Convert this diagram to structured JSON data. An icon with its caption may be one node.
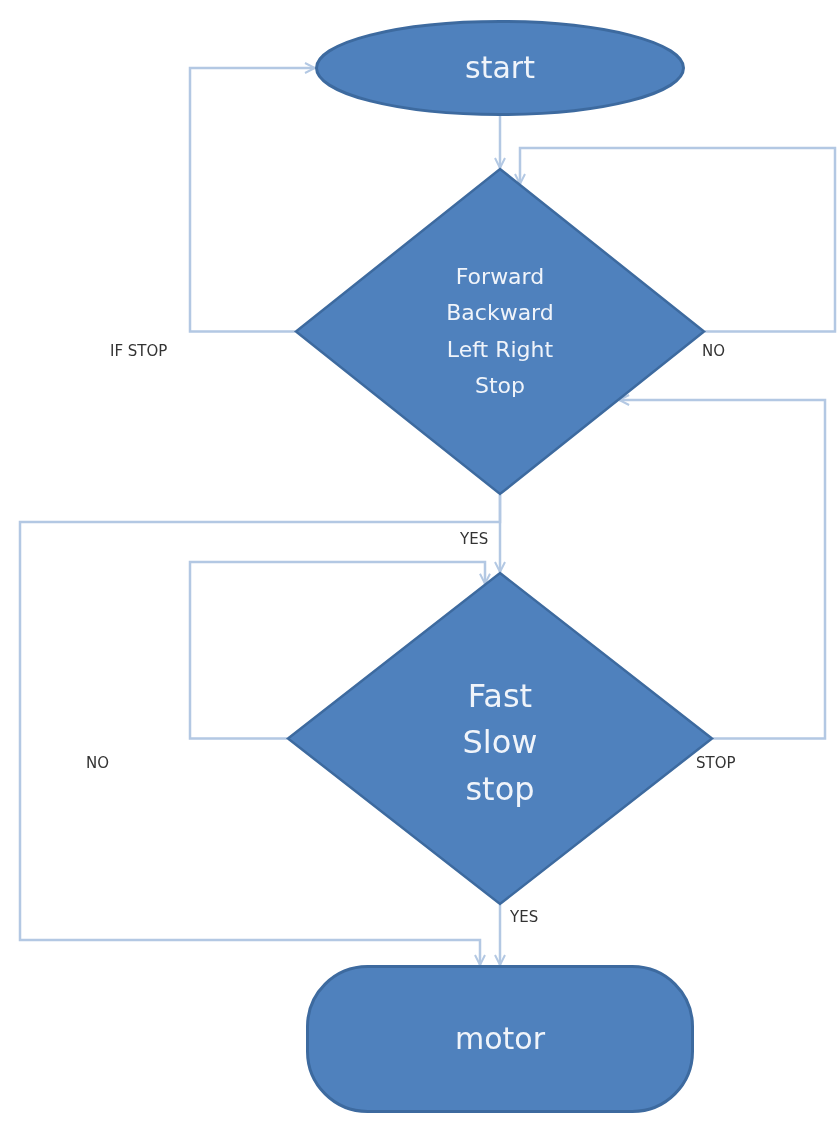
{
  "diagram": {
    "nodes": [
      {
        "text": [
          "start"
        ]
      },
      {
        "text": [
          "Forward Backward Left Right Stop"
        ]
      },
      {
        "text": [
          "Fast Slow stop"
        ]
      },
      {
        "text": [
          "motor"
        ]
      }
    ],
    "edges": [
      {
        "from": 0,
        "to": 1,
        "arrow": "to"
      },
      {
        "from": 1,
        "to": 0,
        "arrow": "to",
        "label": "IF STOP"
      },
      {
        "from": 1,
        "to": 1,
        "arrow": "to",
        "label": "NO"
      },
      {
        "from": 1,
        "to": 2,
        "arrow": "to",
        "label": "YES"
      },
      {
        "from": 2,
        "to": 2,
        "arrow": "to"
      },
      {
        "from": 2,
        "to": 1,
        "arrow": "to",
        "label": "STOP"
      },
      {
        "from": 1,
        "to": 3,
        "arrow": "to",
        "label": "NO"
      },
      {
        "from": 2,
        "to": 3,
        "arrow": "to",
        "label": "YES"
      }
    ]
  }
}
